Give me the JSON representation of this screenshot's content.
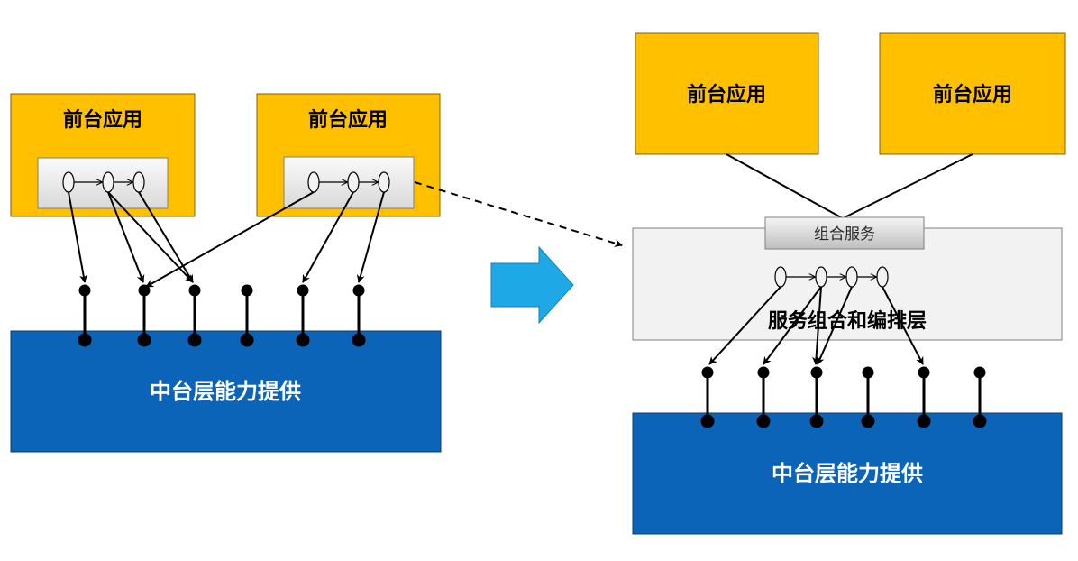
{
  "left": {
    "front_apps": [
      {
        "label": "前台应用"
      },
      {
        "label": "前台应用"
      }
    ],
    "middle_layer": {
      "label": "中台层能力提供"
    }
  },
  "right": {
    "front_apps": [
      {
        "label": "前台应用"
      },
      {
        "label": "前台应用"
      }
    ],
    "composition_service": {
      "label": "组合服务"
    },
    "orchestration_layer": {
      "label": "服务组合和编排层"
    },
    "middle_layer": {
      "label": "中台层能力提供"
    }
  },
  "colors": {
    "front_app_fill": "#FFC000",
    "front_app_stroke": "#7F6000",
    "middle_layer_fill": "#0B64B8",
    "middle_layer_stroke": "#0A3C6E",
    "orchestration_fill": "#F2F2F2",
    "transform_arrow": "#1FA8E6"
  }
}
